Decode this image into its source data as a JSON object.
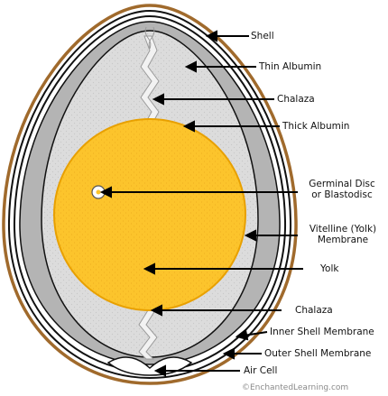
{
  "labels": {
    "shell": "Shell",
    "thin_albumin": "Thin Albumin",
    "chalaza_top": "Chalaza",
    "thick_albumin": "Thick Albumin",
    "germinal_disc": [
      "Germinal Disc",
      "or Blastodisc"
    ],
    "vitelline_membrane": [
      "Vitelline (Yolk)",
      "Membrane"
    ],
    "yolk": "Yolk",
    "chalaza_bottom": "Chalaza",
    "inner_shell_membrane": "Inner Shell Membrane",
    "outer_shell_membrane": "Outer Shell Membrane",
    "air_cell": "Air Cell"
  },
  "credit": "©EnchantedLearning.com",
  "colors": {
    "shell": "#a06a2c",
    "thin_albumin": "#b4b4b4",
    "thick_albumin": "#dcdcdc",
    "yolk": "#fcc42c",
    "yolk_outline": "#e8a000",
    "outline": "#111111"
  }
}
